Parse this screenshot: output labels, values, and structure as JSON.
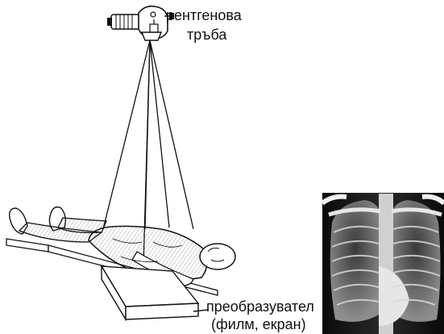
{
  "labels": {
    "xray_tube_line1": "рентгенова",
    "xray_tube_line2": "тръба",
    "converter_line1": "преобразувател",
    "converter_line2": "(филм, екран)"
  },
  "colors": {
    "ink": "#111111",
    "radiograph_background": "#0f0f0f",
    "lung_dark": "#202020",
    "bone_light": "#e6e6e6"
  }
}
